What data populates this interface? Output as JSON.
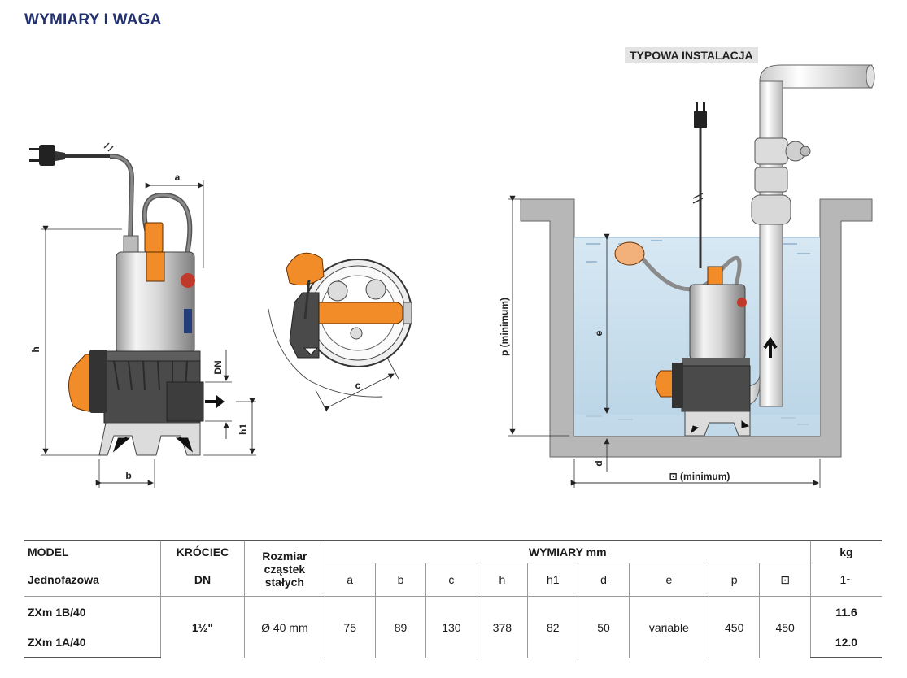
{
  "page_title": "WYMIARY I WAGA",
  "installation_title": "TYPOWA INSTALACJA",
  "dim_labels": {
    "a": "a",
    "b": "b",
    "c": "c",
    "h": "h",
    "h1": "h1",
    "dn": "DN",
    "p_minimum": "p (minimum)",
    "e": "e",
    "d": "d",
    "square_minimum": "⊡ (minimum)"
  },
  "table": {
    "model_header": "MODEL",
    "model_subheader": "Jednofazowa",
    "krociec_header": "KRÓCIEC",
    "krociec_subheader": "DN",
    "rozmiar_header": "Rozmiar cząstek stałych",
    "wymiary_header": "WYMIARY mm",
    "kg_header": "kg",
    "kg_subheader": "1~",
    "dim_columns": [
      "a",
      "b",
      "c",
      "h",
      "h1",
      "d",
      "e",
      "p",
      "⊡"
    ],
    "models": [
      {
        "name": "ZXm 1B/40",
        "kg": "11.6"
      },
      {
        "name": "ZXm 1A/40",
        "kg": "12.0"
      }
    ],
    "shared": {
      "dn": "1½\"",
      "particle": "Ø 40 mm",
      "values": [
        "75",
        "89",
        "130",
        "378",
        "82",
        "50",
        "variable",
        "450",
        "450"
      ]
    }
  }
}
